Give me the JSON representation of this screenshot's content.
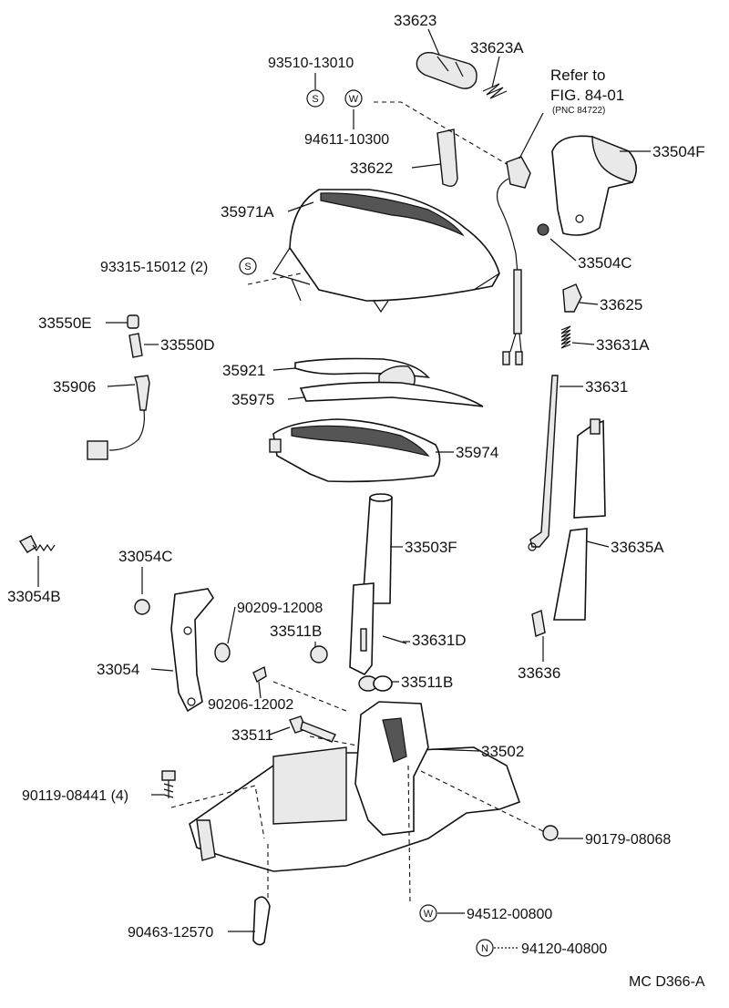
{
  "diagram": {
    "drawing_code": "MC D366-A",
    "reference": {
      "line1": "Refer to",
      "line2": "FIG. 84-01",
      "line3": "(PNC 84722)"
    },
    "symbols": {
      "s": "S",
      "w": "W",
      "n": "N"
    },
    "labels": {
      "p33623": "33623",
      "p33623a": "33623A",
      "p93510": "93510-13010",
      "p94611": "94611-10300",
      "p33622": "33622",
      "p33504f": "33504F",
      "p35971a": "35971A",
      "p33504c": "33504C",
      "p93315": "93315-15012 (2)",
      "p33625": "33625",
      "p33550e": "33550E",
      "p33550d": "33550D",
      "p33631a": "33631A",
      "p35921": "35921",
      "p35906": "35906",
      "p35975": "35975",
      "p33631": "33631",
      "p35974": "35974",
      "p33503f": "33503F",
      "p33635a": "33635A",
      "p33054c": "33054C",
      "p33054b": "33054B",
      "p90209": "90209-12008",
      "p33511b_top": "33511B",
      "p33631d": "33631D",
      "p33054": "33054",
      "p33511b": "33511B",
      "p33636": "33636",
      "p90206": "90206-12002",
      "p33511": "33511",
      "p33502": "33502",
      "p90119": "90119-08441  (4)",
      "p90179": "90179-08068",
      "p94512": "94512-00800",
      "p90463": "90463-12570",
      "p94120": "94120-40800"
    }
  }
}
